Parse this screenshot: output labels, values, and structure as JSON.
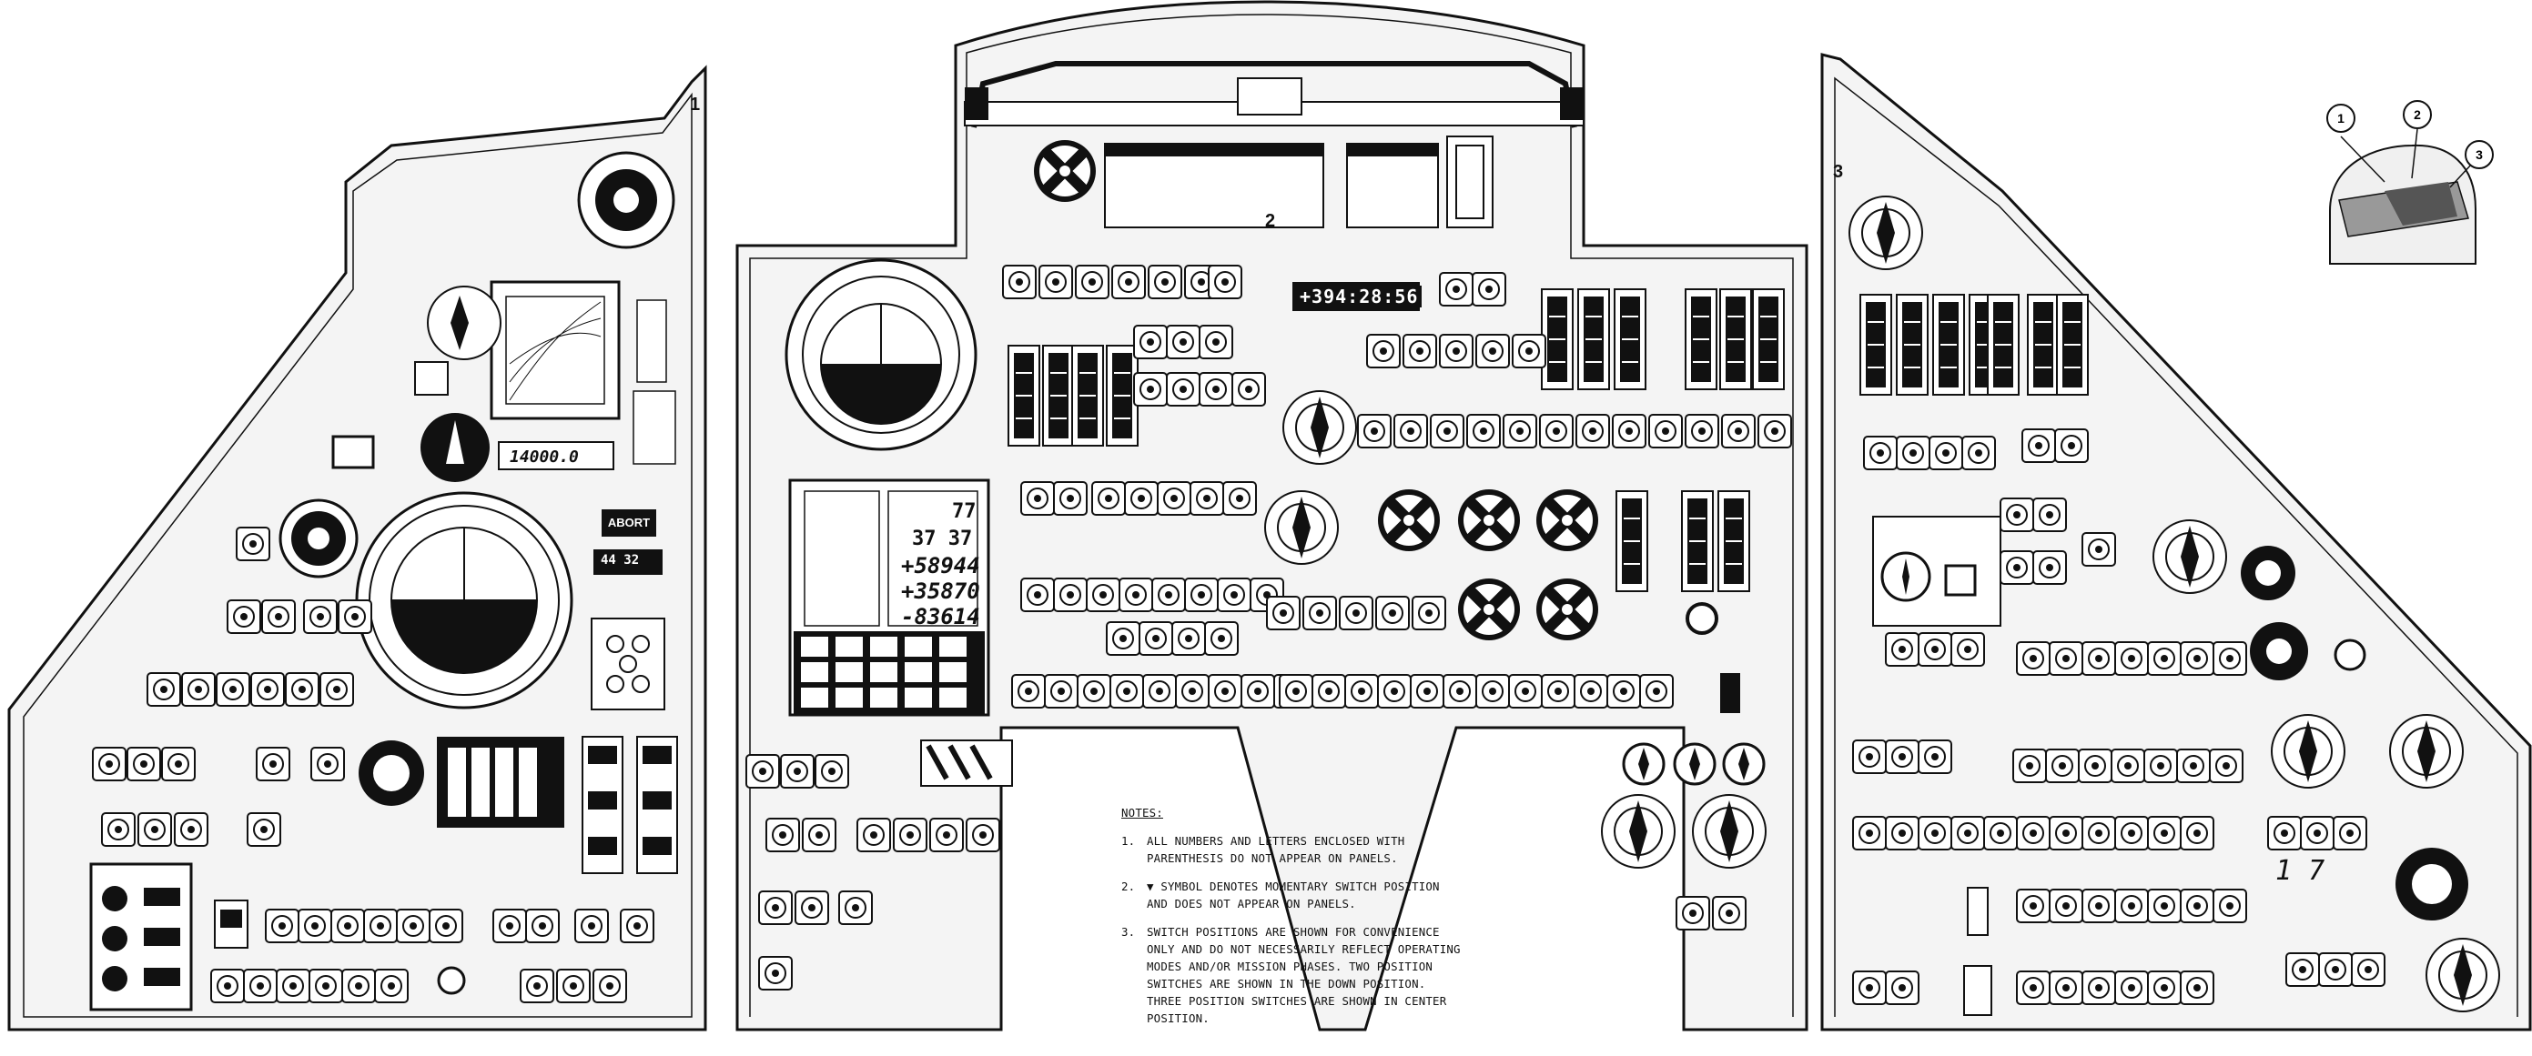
{
  "notes": {
    "heading": "NOTES:",
    "items": [
      {
        "num": "1.",
        "text": "ALL NUMBERS AND LETTERS ENCLOSED WITH PARENTHESIS DO NOT APPEAR ON PANELS."
      },
      {
        "num": "2.",
        "text": "▼ SYMBOL DENOTES MOMENTARY SWITCH POSITION AND DOES NOT APPEAR ON PANELS."
      },
      {
        "num": "3.",
        "text": "SWITCH POSITIONS ARE SHOWN FOR CONVENIENCE ONLY AND DO NOT NECESSARILY REFLECT OPERATING MODES AND/OR MISSION PHASES. TWO POSITION SWITCHES ARE SHOWN IN THE DOWN POSITION. THREE POSITION SWITCHES ARE SHOWN IN CENTER POSITION."
      }
    ]
  },
  "panels": {
    "left_number": "1",
    "center_number": "2",
    "right_number": "3"
  },
  "displays": {
    "ems_counter": "14000.0",
    "mission_timer": "+394:28:56",
    "dsky_reg_top": "77",
    "dsky_reg_noun": "37  37",
    "dsky_r1": "+58944",
    "dsky_r2": "+35870",
    "dsky_r3": "-83614",
    "abort_label": "ABORT",
    "left_counter": "44  32",
    "right_numbers": "1   7"
  },
  "locator": {
    "callouts": [
      "1",
      "2",
      "3"
    ]
  }
}
